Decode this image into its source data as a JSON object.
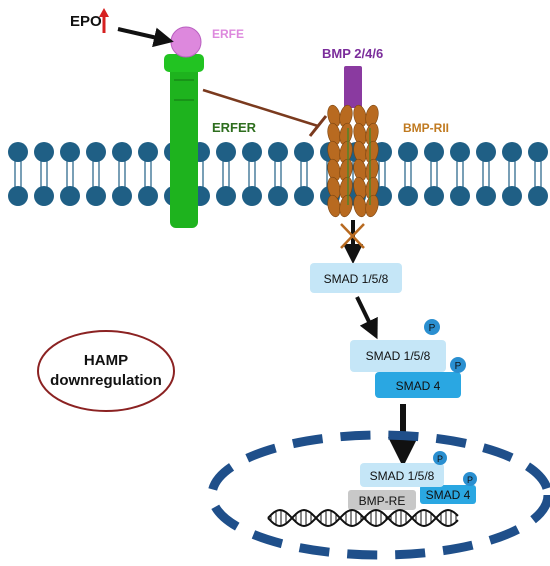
{
  "labels": {
    "epo": "EPO",
    "erfe": "ERFE",
    "erfer": "ERFER",
    "bmp": "BMP 2/4/6",
    "bmp_rii": "BMP-RII",
    "smad_158_a": "SMAD 1/5/8",
    "smad_158_b": "SMAD 1/5/8",
    "smad_4_b": "SMAD 4",
    "smad_158_c": "SMAD 1/5/8",
    "smad_4_c": "SMAD 4",
    "bmp_re": "BMP-RE",
    "phospho": "P",
    "hamp_line1": "HAMP",
    "hamp_line2": "downregulation"
  },
  "colors": {
    "membrane_head": "#1f5f85",
    "erfer": "#1eb31e",
    "erfe": "#dd88dd",
    "bmp": "#8a3aa0",
    "receptor": "#b86a20",
    "smad_light": "#c5e6f7",
    "smad_dark": "#2aa7e2",
    "phospho": "#2a8fd0",
    "nucleus": "#1f4f8a",
    "hamp_border": "#8b2222",
    "bmp_re": "#c8c8c8",
    "epo_arrow": "#d62020",
    "label_green": "#2e6e1e",
    "label_purple": "#7b2d9b",
    "label_orange": "#c07a20"
  },
  "icons": {
    "epo_up": "arrow-up-icon",
    "blocked": "cross-icon",
    "inhibit": "inhibition-line-icon"
  }
}
